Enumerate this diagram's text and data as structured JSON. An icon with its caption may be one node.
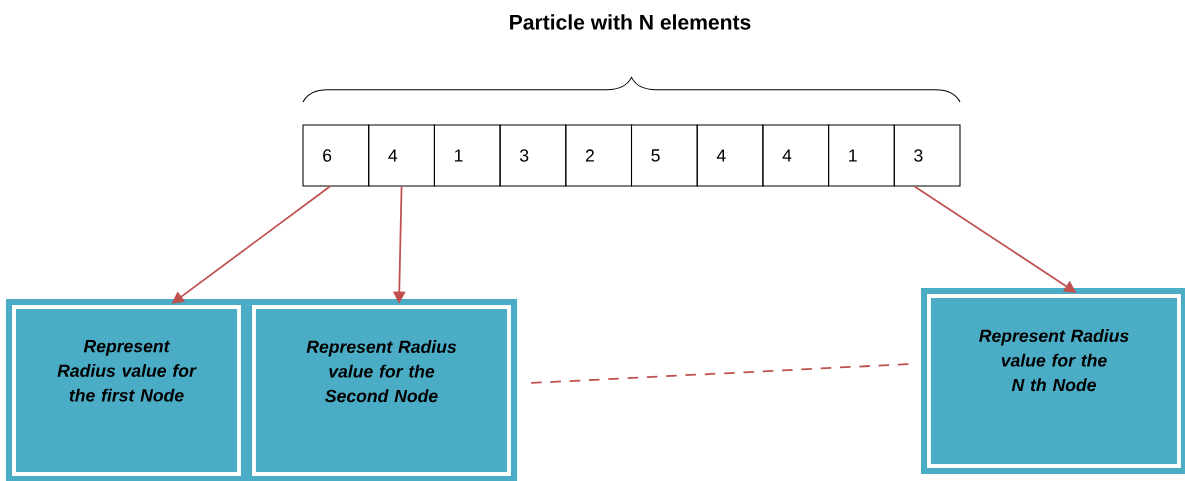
{
  "diagram": {
    "title": "Particle with N elements",
    "nodes": [
      {
        "text": [
          "6"
        ]
      },
      {
        "text": [
          "4"
        ]
      },
      {
        "text": [
          "1"
        ]
      },
      {
        "text": [
          "3"
        ]
      },
      {
        "text": [
          "2"
        ]
      },
      {
        "text": [
          "5"
        ]
      },
      {
        "text": [
          "4"
        ]
      },
      {
        "text": [
          "4"
        ]
      },
      {
        "text": [
          "1"
        ]
      },
      {
        "text": [
          "3"
        ]
      },
      {
        "text": [
          "Represent Radius value for the first Node"
        ]
      },
      {
        "text": [
          "Represent Radius value for the Second Node"
        ]
      },
      {
        "text": [
          "Represent Radius value for the N th Node"
        ]
      }
    ],
    "edges": [
      {
        "from": 0,
        "to": 10,
        "arrow": "to"
      },
      {
        "from": 1,
        "to": 11,
        "arrow": "to"
      },
      {
        "from": 9,
        "to": 12,
        "arrow": "to"
      },
      {
        "from": 11,
        "to": 12,
        "arrow": "none",
        "style": "dashed"
      }
    ]
  }
}
